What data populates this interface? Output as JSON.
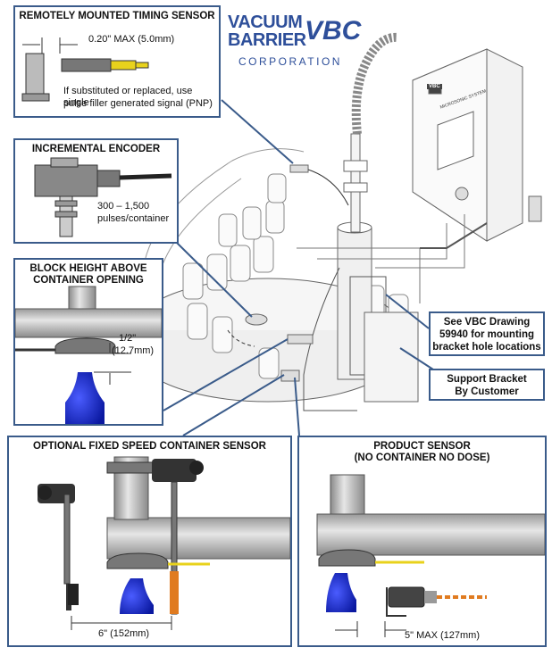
{
  "logo": {
    "line1": "VACUUM",
    "line2": "BARRIER",
    "mark": "VBC",
    "line3": "CORPORATION",
    "panel_badge": "VBC",
    "panel_label": "MICROSONIC SYSTEM"
  },
  "timing_sensor": {
    "title": "REMOTELY MOUNTED TIMING SENSOR",
    "dimension": "0.20\" MAX (5.0mm)",
    "note_line1": "If substituted or replaced, use single",
    "note_line2": "pulse filler generated signal (PNP)"
  },
  "encoder": {
    "title": "INCREMENTAL ENCODER",
    "spec_line1": "300 – 1,500",
    "spec_line2": "pulses/container"
  },
  "block_height": {
    "title_line1": "BLOCK HEIGHT ABOVE",
    "title_line2": "CONTAINER OPENING",
    "dim_line1": "1/2\"",
    "dim_line2": "(12.7mm)"
  },
  "drawing_callout": {
    "line1": "See VBC Drawing",
    "line2": "59940 for mounting",
    "line3": "bracket hole locations"
  },
  "bracket_callout": {
    "line1": "Support Bracket",
    "line2": "By Customer"
  },
  "fixed_speed": {
    "title": "OPTIONAL FIXED SPEED CONTAINER SENSOR",
    "dimension": "6\" (152mm)"
  },
  "product_sensor": {
    "title_line1": "PRODUCT SENSOR",
    "title_line2": "(NO CONTAINER NO DOSE)",
    "dimension": "5\" MAX (127mm)"
  },
  "colors": {
    "frame": "#3a5b8a",
    "logo_blue": "#2e4f9a",
    "bottle_blue": "#1a2fd0",
    "cable_yellow": "#e8d21c",
    "cable_orange": "#e07b20"
  }
}
